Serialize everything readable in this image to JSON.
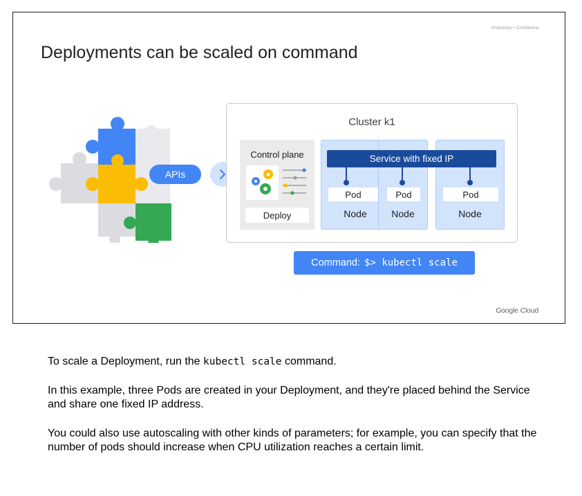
{
  "slide": {
    "confidential": "Proprietary + Confidential",
    "title": "Deployments can be scaled on command",
    "brand": "Google Cloud"
  },
  "diagram": {
    "apis_label": "APIs",
    "cluster_title": "Cluster k1",
    "control_plane_label": "Control plane",
    "deploy_label": "Deploy",
    "service_label": "Service with fixed IP",
    "nodes": [
      {
        "pod": "Pod",
        "node": "Node"
      },
      {
        "pod": "Pod",
        "node": "Node"
      },
      {
        "pod": "Pod",
        "node": "Node"
      }
    ],
    "command_prefix": "Command:",
    "command_code": "$> kubectl scale"
  },
  "notes": {
    "p1_before": "To scale a Deployment, run the ",
    "p1_code": "kubectl scale",
    "p1_after": " command.",
    "p2": "In this example, three Pods are created in your Deployment, and they're placed behind the Service and share one fixed IP address.",
    "p3": "You could also use autoscaling with other kinds of parameters; for example, you can specify that the number of pods should increase when CPU utilization reaches a certain limit."
  },
  "colors": {
    "blue": "#4285f4",
    "dark_blue": "#1a4b9b",
    "green": "#34a853",
    "yellow": "#fbbc04",
    "node_bg": "#d2e3fc"
  }
}
